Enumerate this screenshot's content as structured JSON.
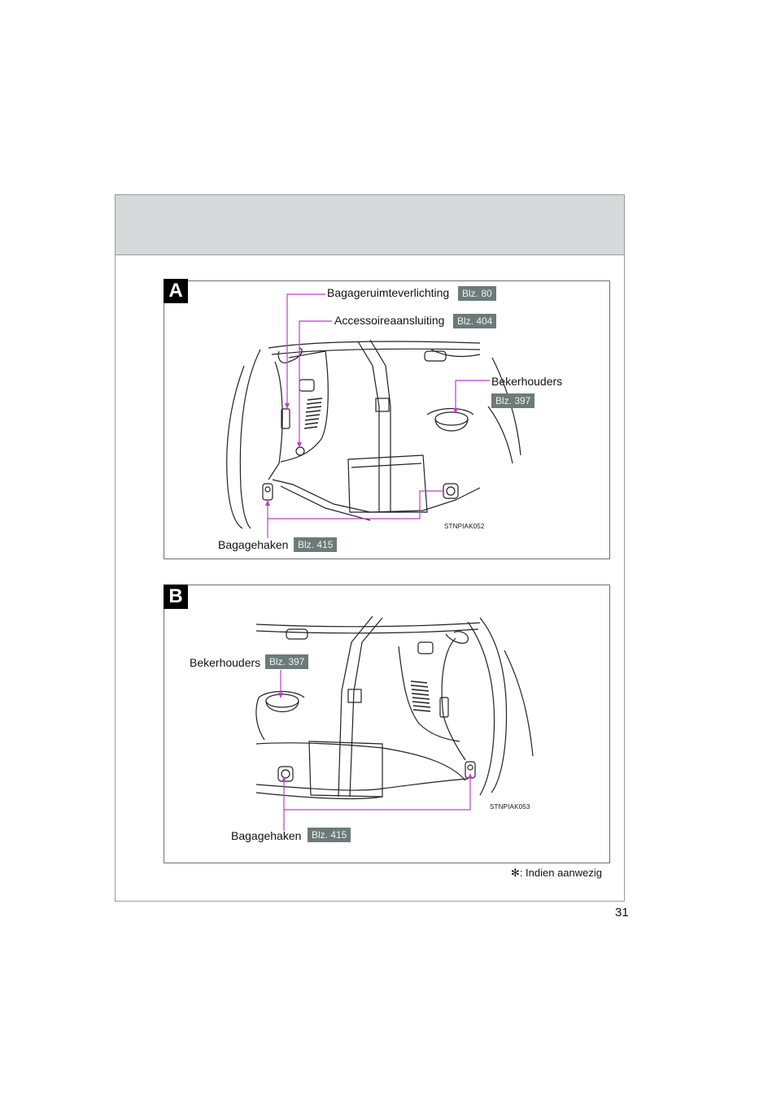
{
  "panel_a": {
    "letter": "A",
    "lighting": {
      "label": "Bagageruimteverlichting",
      "ref": "Blz. 80"
    },
    "accessory": {
      "label": "Accessoireaansluiting",
      "ref": "Blz. 404"
    },
    "cupholders": {
      "label": "Bekerhouders",
      "ref": "Blz. 397"
    },
    "hooks": {
      "label": "Bagagehaken",
      "ref": "Blz. 415"
    },
    "image_code": "STNPIAK052"
  },
  "panel_b": {
    "letter": "B",
    "cupholders": {
      "label": "Bekerhouders",
      "ref": "Blz. 397"
    },
    "hooks": {
      "label": "Bagagehaken",
      "ref": "Blz. 415"
    },
    "image_code": "STNPIAK053"
  },
  "footnote": {
    "symbol": "✻",
    "text": ": Indien aanwezig"
  },
  "page_number": "31",
  "colors": {
    "header_band": "#d5d9d9",
    "ref_badge": "#6c7a7a",
    "callout_line": "#c23bd0"
  }
}
